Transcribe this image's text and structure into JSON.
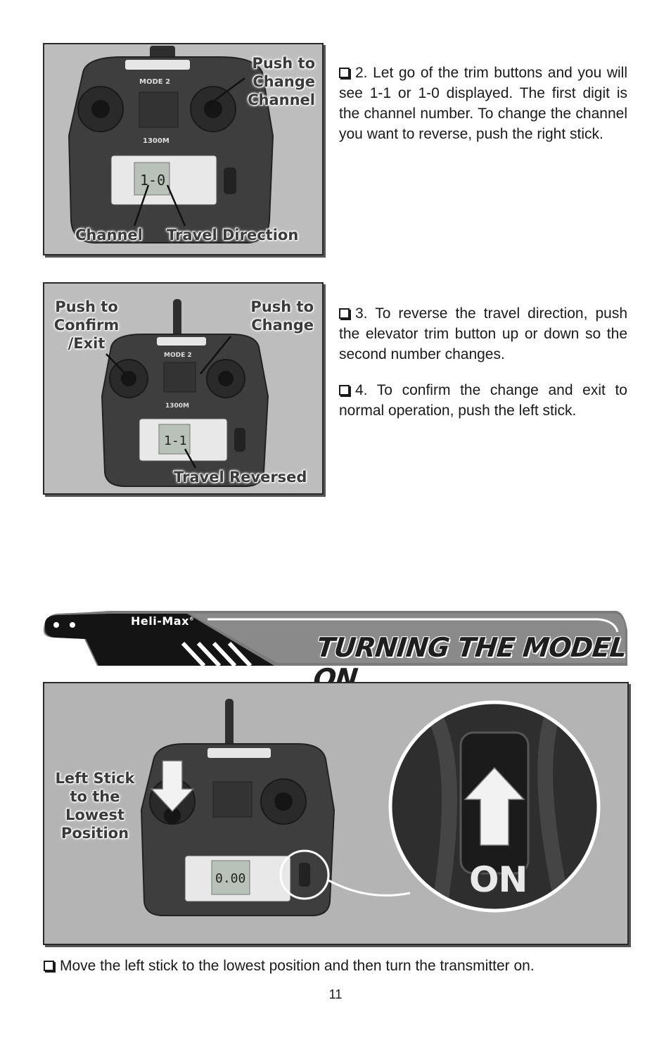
{
  "photo1": {
    "callout_push_change_channel": "Push to\nChange\nChannel",
    "callout_channel": "Channel",
    "callout_travel_direction": "Travel Direction",
    "transmitter_mode": "MODE 2",
    "transmitter_model": "1300M",
    "lcd_value": "1-0"
  },
  "step2": {
    "text": "2. Let go of the trim buttons and you will see 1-1 or 1-0 displayed. The first digit is the channel number. To change the channel you want to reverse, push the right stick."
  },
  "photo2": {
    "callout_push_confirm_exit": "Push to\nConfirm\n/Exit",
    "callout_push_change": "Push to\nChange",
    "callout_travel_reversed": "Travel Reversed",
    "transmitter_mode": "MODE 2",
    "transmitter_model": "1300M",
    "lcd_value": "1-1"
  },
  "step3": {
    "text": "3. To reverse the travel direction, push the elevator trim button up or down so the second number changes."
  },
  "step4": {
    "text": "4. To confirm the change and exit to normal operation, push the left stick."
  },
  "banner": {
    "brand": "Heli-Max",
    "brand_mark": "®",
    "title": "TURNING THE MODEL ON"
  },
  "photo3": {
    "callout_left_stick": "Left Stick\nto the\nLowest\nPosition",
    "on_label": "ON",
    "lcd_value": "0.00"
  },
  "step_bottom": {
    "text": "Move the left stick to the lowest position and then turn the transmitter on."
  },
  "page": {
    "number": "11"
  },
  "colors": {
    "photo_background": "#b9b9b9",
    "transmitter_body": "#3c3c3c",
    "banner_dark": "#141414",
    "banner_gray": "#7a7a7a"
  }
}
